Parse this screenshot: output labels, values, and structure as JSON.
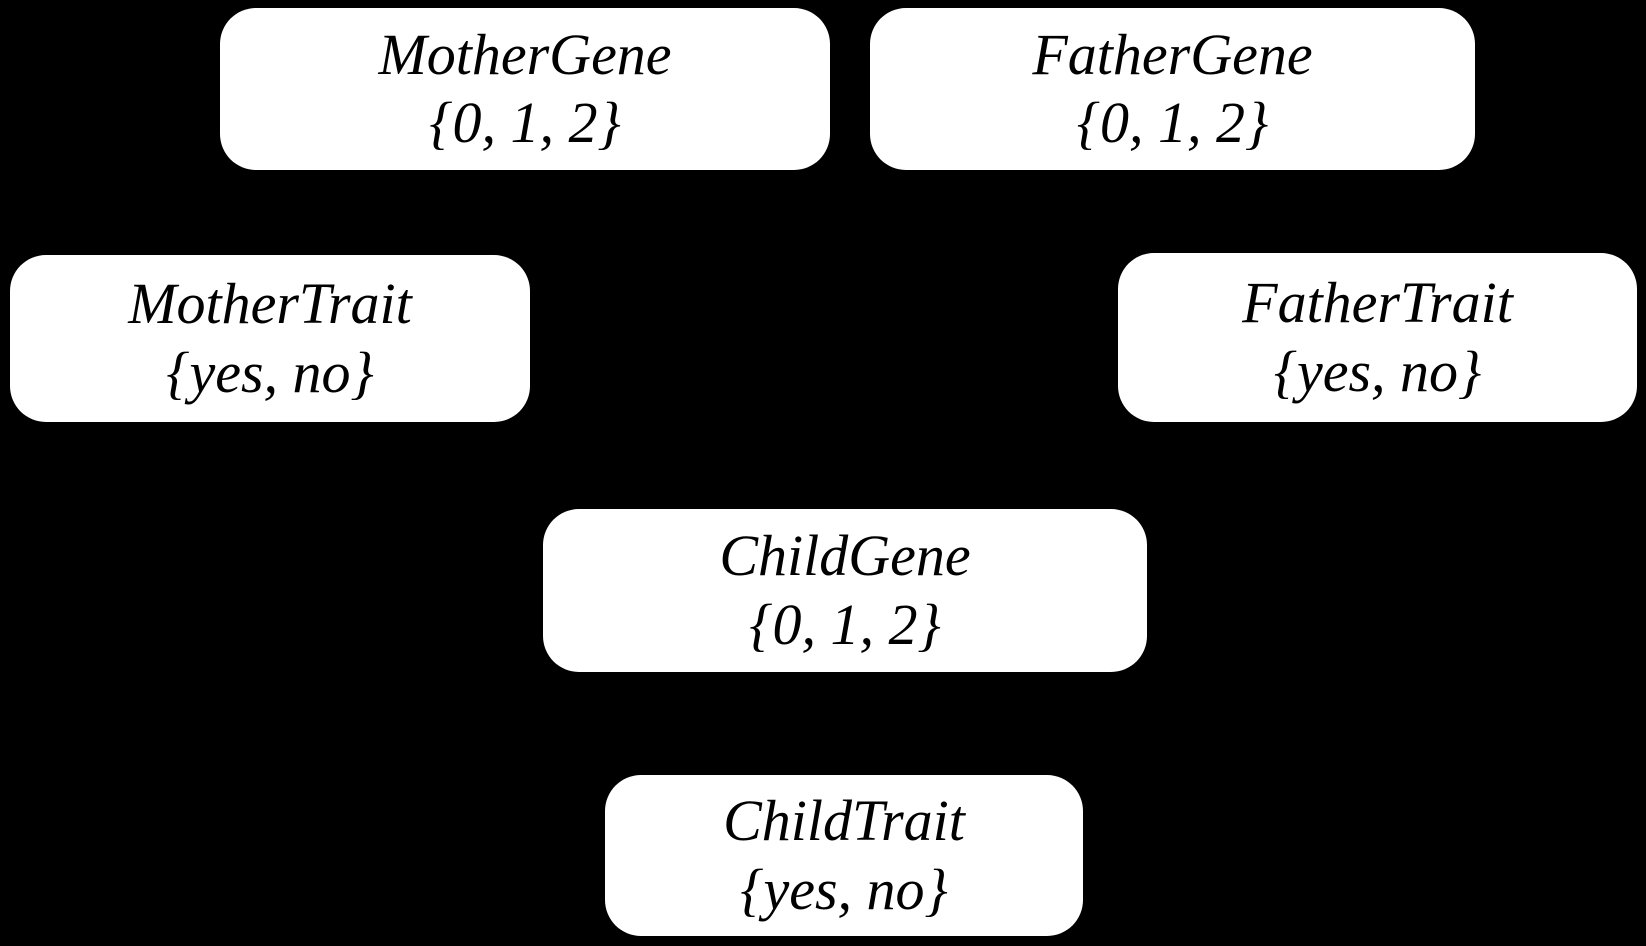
{
  "diagram": {
    "type": "bayesian-network",
    "colors": {
      "background": "#000000",
      "node_fill": "#ffffff",
      "node_text": "#000000"
    },
    "nodes": [
      {
        "id": "mother-gene",
        "name": "MotherGene",
        "values": "{0, 1, 2}"
      },
      {
        "id": "father-gene",
        "name": "FatherGene",
        "values": "{0, 1, 2}"
      },
      {
        "id": "mother-trait",
        "name": "MotherTrait",
        "values": "{yes, no}"
      },
      {
        "id": "father-trait",
        "name": "FatherTrait",
        "values": "{yes, no}"
      },
      {
        "id": "child-gene",
        "name": "ChildGene",
        "values": "{0, 1, 2}"
      },
      {
        "id": "child-trait",
        "name": "ChildTrait",
        "values": "{yes, no}"
      }
    ]
  }
}
